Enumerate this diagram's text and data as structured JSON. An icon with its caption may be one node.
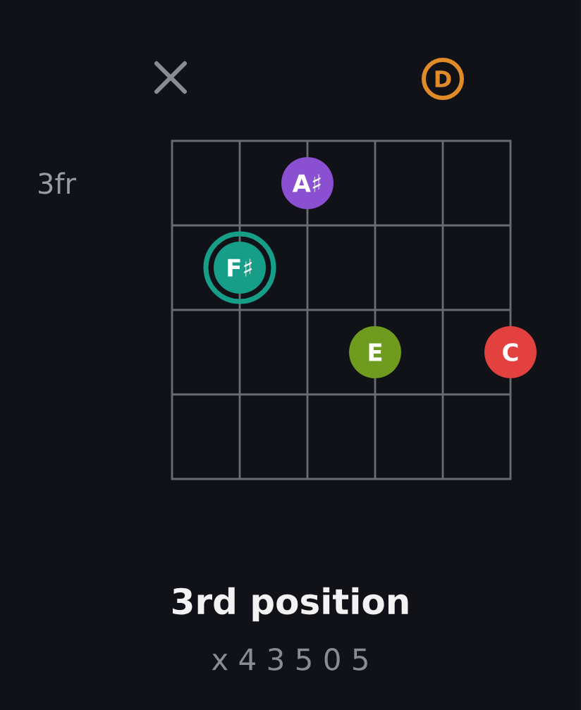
{
  "diagram": {
    "title": "3rd position",
    "nodes": [
      {
        "text": [
          "D"
        ]
      },
      {
        "text": [
          "A♯"
        ]
      },
      {
        "text": [
          "F♯"
        ]
      },
      {
        "text": [
          "E"
        ]
      },
      {
        "text": [
          "C"
        ]
      }
    ],
    "labels": [
      "3fr",
      "x 4 3 5 0 5"
    ]
  }
}
